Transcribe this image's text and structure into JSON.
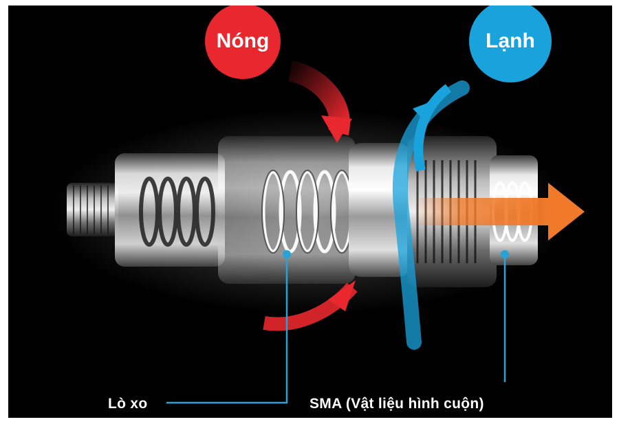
{
  "hot_label": "Nóng",
  "cold_label": "Lạnh",
  "callouts": {
    "spring": "Lò xo",
    "sma": "SMA (Vật liệu hình cuộn)"
  },
  "colors": {
    "hot": "#e8282e",
    "cold": "#1aa2dc",
    "outlet": "#f07a2a",
    "background": "#000000",
    "leader": "#29a3d6"
  }
}
